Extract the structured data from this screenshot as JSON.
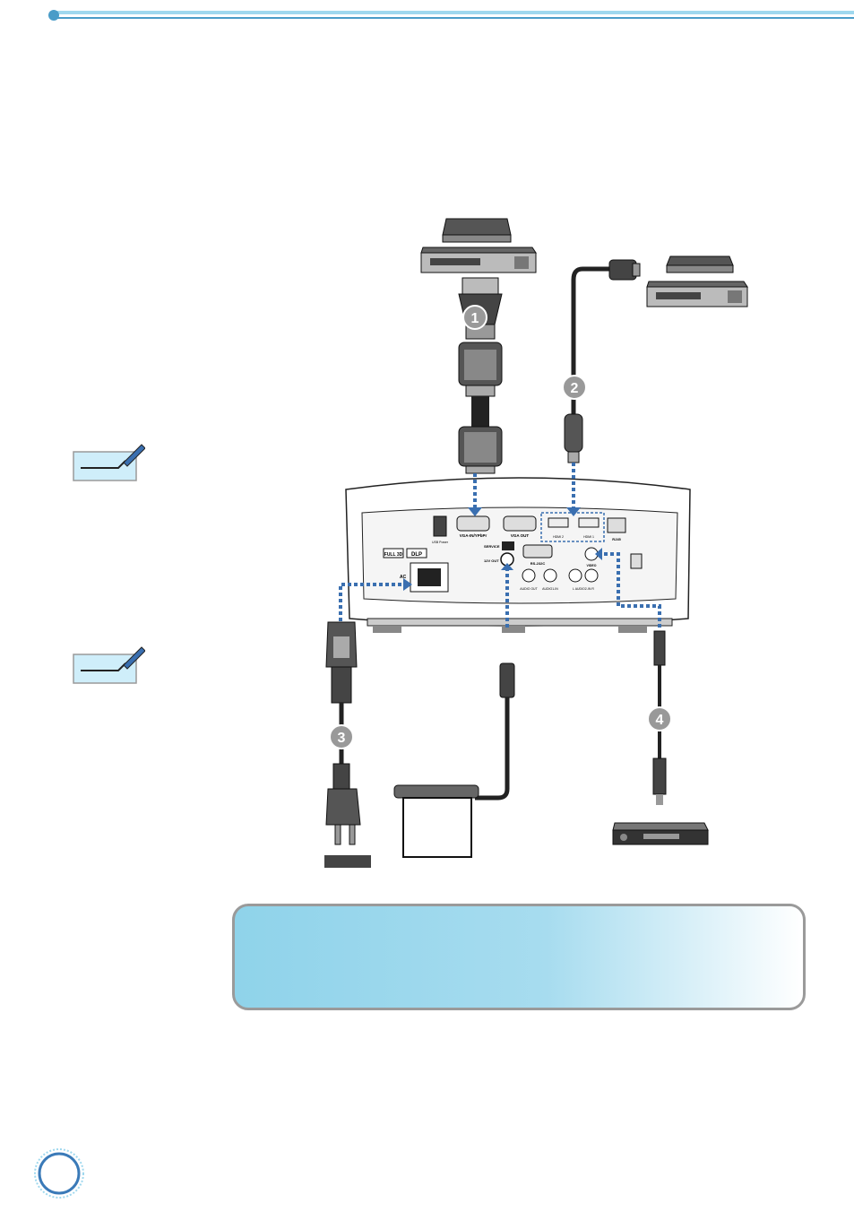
{
  "panel": {
    "port_vga_in": "VGA-IN/YPbPr",
    "port_vga_out": "VGA OUT",
    "port_hdmi2": "HDMI 2",
    "port_hdmi1": "HDMI 1",
    "port_rj45": "RJ45",
    "port_service": "SERVICE",
    "port_12v": "12V OUT",
    "port_rs232": "RS-232C",
    "port_video": "VIDEO",
    "port_audio_out": "AUDIO OUT",
    "port_audio1": "AUDIO1-IN",
    "port_audio2": "L  AUDIO2-IN  R",
    "port_ac": "AC",
    "badge_full3d": "FULL 3D",
    "badge_dlp": "DLP",
    "usb_label": "USB Power"
  },
  "callouts": [
    "1",
    "2",
    "3",
    "4"
  ],
  "colors": {
    "accent_blue": "#3a6fb0",
    "note_fill": "#cfeefa",
    "box_gradient_start": "#8fd3ea"
  }
}
